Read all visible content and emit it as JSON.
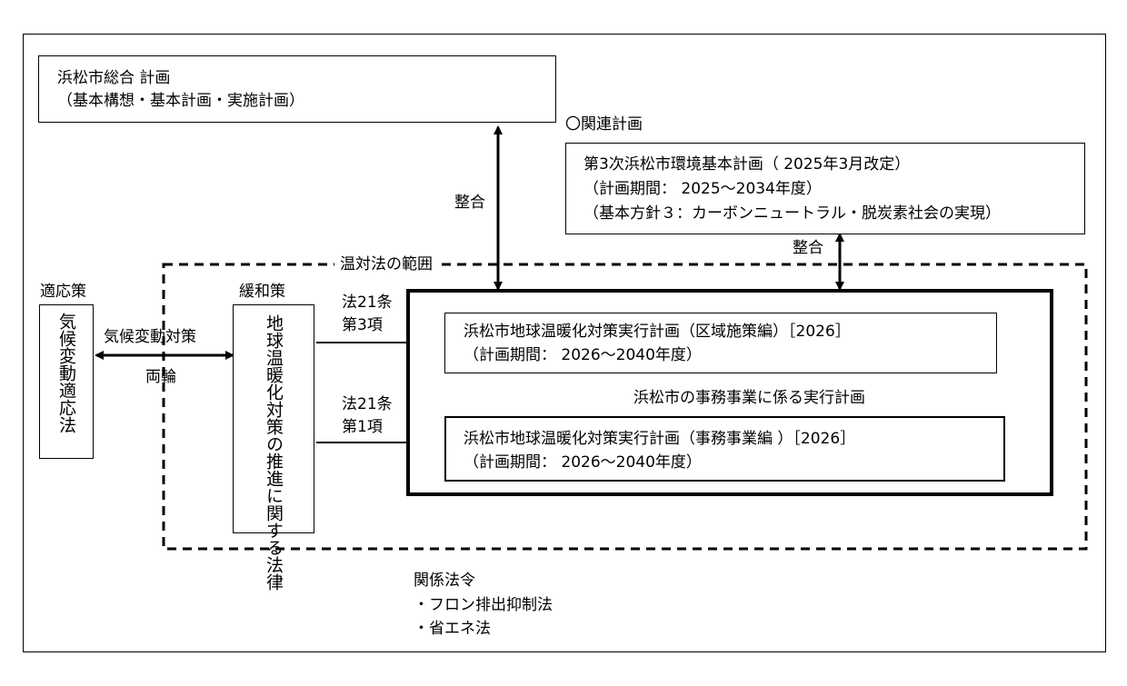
{
  "main_plan": {
    "line1": "浜松市総合 計画",
    "line2": "（基本構想・基本計画・実施計画）"
  },
  "related_plans": {
    "header": "〇関連計画",
    "line1": "第3次浜松市環境基本計画（ 2025年3月改定）",
    "line2": "（計画期間： 2025～2034年度）",
    "line3": "（基本方針３：カーボンニュートラル・脱炭素社会の実現）"
  },
  "consistency_label": "整合",
  "consistency_label_right": "整合",
  "scope_label": "温対法の範囲",
  "adaptation": {
    "header": "適応策",
    "law": "気候変動適応法"
  },
  "mitigation": {
    "header": "緩和策",
    "law": "地球温暖化対策の推進に関する法律"
  },
  "climate_measures": "気候変動対策",
  "two_wheels": "両輪",
  "law_article_3": {
    "line1": "法21条",
    "line2": "第3項"
  },
  "law_article_1": {
    "line1": "法21条",
    "line2": "第1項"
  },
  "regional_plan": {
    "line1": "浜松市地球温暖化対策実行計画（区域施策編）［2026］",
    "line2": "（計画期間： 2026～2040年度）"
  },
  "office_link_label": "浜松市の事務事業に係る実行計画",
  "office_plan": {
    "line1": "浜松市地球温暖化対策実行計画（事務事業編 ）［2026］",
    "line2": "（計画期間： 2026～2040年度）"
  },
  "related_laws": {
    "header": "関係法令",
    "item1": "・フロン排出抑制法",
    "item2": "・省エネ法"
  }
}
